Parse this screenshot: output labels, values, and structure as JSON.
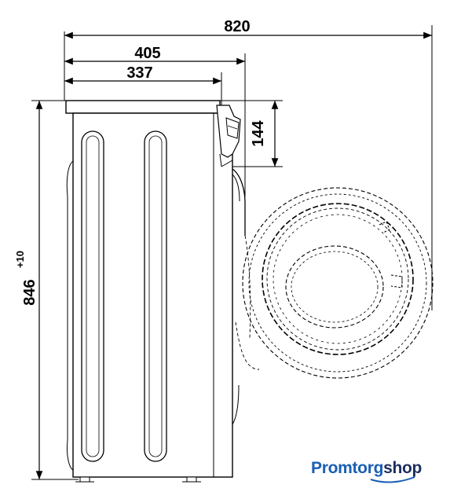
{
  "dimensions": {
    "overall_depth": "820",
    "depth_with_door": "405",
    "body_depth": "337",
    "control_panel_height": "144",
    "height": "846",
    "height_tolerance": "+10"
  },
  "logo": {
    "brand": "Promtorg",
    "suffix": "shop",
    "color_primary": "#1a5fb4",
    "color_secondary": "#1b2f5e"
  }
}
